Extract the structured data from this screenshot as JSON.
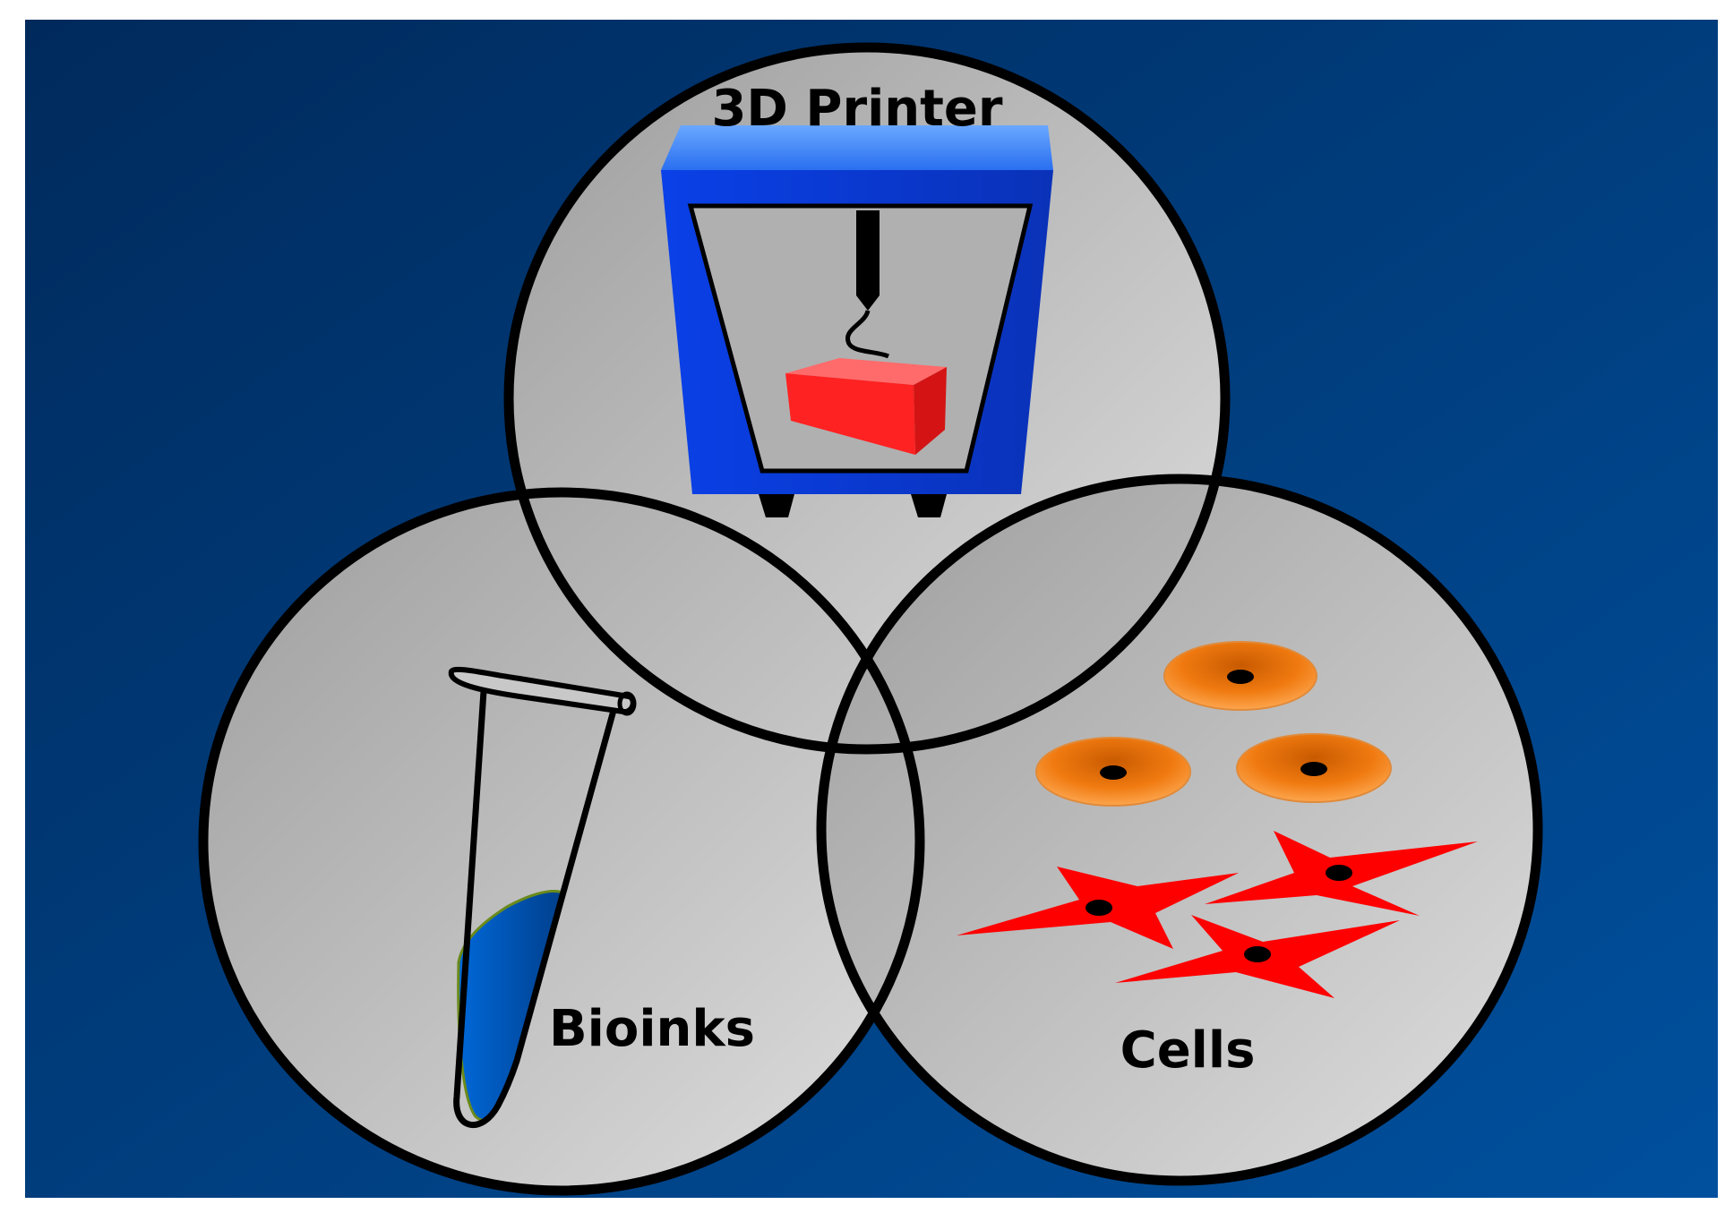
{
  "labels": {
    "printer": "3D Printer",
    "bioinks": "Bioinks",
    "cells": "Cells"
  },
  "colors": {
    "background_dark": "#002a5c",
    "background_light": "#00509e",
    "circle_fill": "#c0c0c0",
    "circle_stroke": "#000000",
    "printer_frame": "#0b3fd6",
    "printer_top": "#3f86ff",
    "printed_block": "#ff2222",
    "bioink_liquid": "#0060c0",
    "round_cell": "#ff8a1a",
    "star_cell": "#ff0000"
  },
  "icons": [
    "printer-icon",
    "print-nozzle-icon",
    "printed-block-icon",
    "test-tube-icon",
    "round-cell-icon",
    "star-cell-icon"
  ]
}
